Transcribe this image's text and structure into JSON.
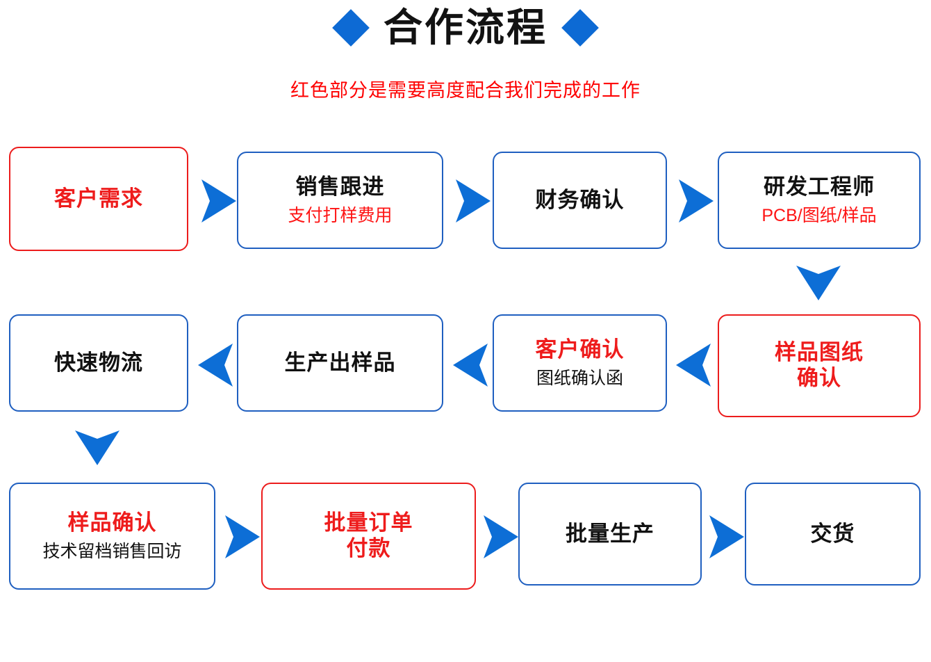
{
  "header": {
    "title": "合作流程",
    "subtitle": "红色部分是需要高度配合我们完成的工作",
    "left_diamond": "diamond-icon",
    "right_diamond": "diamond-icon"
  },
  "colors": {
    "accent_blue": "#0d6ad4",
    "border_blue": "#1f5fc0",
    "highlight_red": "#ee1c1c",
    "title_black": "#111111",
    "background": "#ffffff"
  },
  "legend": {
    "red_meaning": "红色部分是需要高度配合我们完成的工作"
  },
  "flow": {
    "rows": [
      {
        "direction": "left-to-right",
        "nodes": [
          {
            "title": "客户需求",
            "sub": "",
            "accent": "red",
            "title_color": "red"
          },
          {
            "title": "销售跟进",
            "sub": "支付打样费用",
            "accent": "blue",
            "title_color": "black",
            "sub_color": "red"
          },
          {
            "title": "财务确认",
            "sub": "",
            "accent": "blue",
            "title_color": "black"
          },
          {
            "title": "研发工程师",
            "sub": "PCB/图纸/样品",
            "accent": "blue",
            "title_color": "black",
            "sub_color": "red"
          }
        ]
      },
      {
        "direction": "right-to-left",
        "nodes": [
          {
            "title": "快速物流",
            "sub": "",
            "accent": "blue",
            "title_color": "black"
          },
          {
            "title": "生产出样品",
            "sub": "",
            "accent": "blue",
            "title_color": "black"
          },
          {
            "title": "客户确认",
            "sub": "图纸确认函",
            "accent": "blue",
            "title_color": "red",
            "sub_color": "black"
          },
          {
            "title": "样品图纸\n确认",
            "sub": "",
            "accent": "red",
            "title_color": "red"
          }
        ]
      },
      {
        "direction": "left-to-right",
        "nodes": [
          {
            "title": "样品确认",
            "sub": "技术留档销售回访",
            "accent": "blue",
            "title_color": "red",
            "sub_color": "black"
          },
          {
            "title": "批量订单\n付款",
            "sub": "",
            "accent": "red",
            "title_color": "red"
          },
          {
            "title": "批量生产",
            "sub": "",
            "accent": "blue",
            "title_color": "black"
          },
          {
            "title": "交货",
            "sub": "",
            "accent": "blue",
            "title_color": "black"
          }
        ]
      }
    ],
    "connectors": [
      {
        "name": "arrow-right-r1-1",
        "type": "right"
      },
      {
        "name": "arrow-right-r1-2",
        "type": "right"
      },
      {
        "name": "arrow-right-r1-3",
        "type": "right"
      },
      {
        "name": "arrow-down-right",
        "type": "down"
      },
      {
        "name": "arrow-left-r2-1",
        "type": "left"
      },
      {
        "name": "arrow-left-r2-2",
        "type": "left"
      },
      {
        "name": "arrow-left-r2-3",
        "type": "left"
      },
      {
        "name": "arrow-down-left",
        "type": "down"
      },
      {
        "name": "arrow-right-r3-1",
        "type": "right"
      },
      {
        "name": "arrow-right-r3-2",
        "type": "right"
      },
      {
        "name": "arrow-right-r3-3",
        "type": "right"
      }
    ]
  }
}
